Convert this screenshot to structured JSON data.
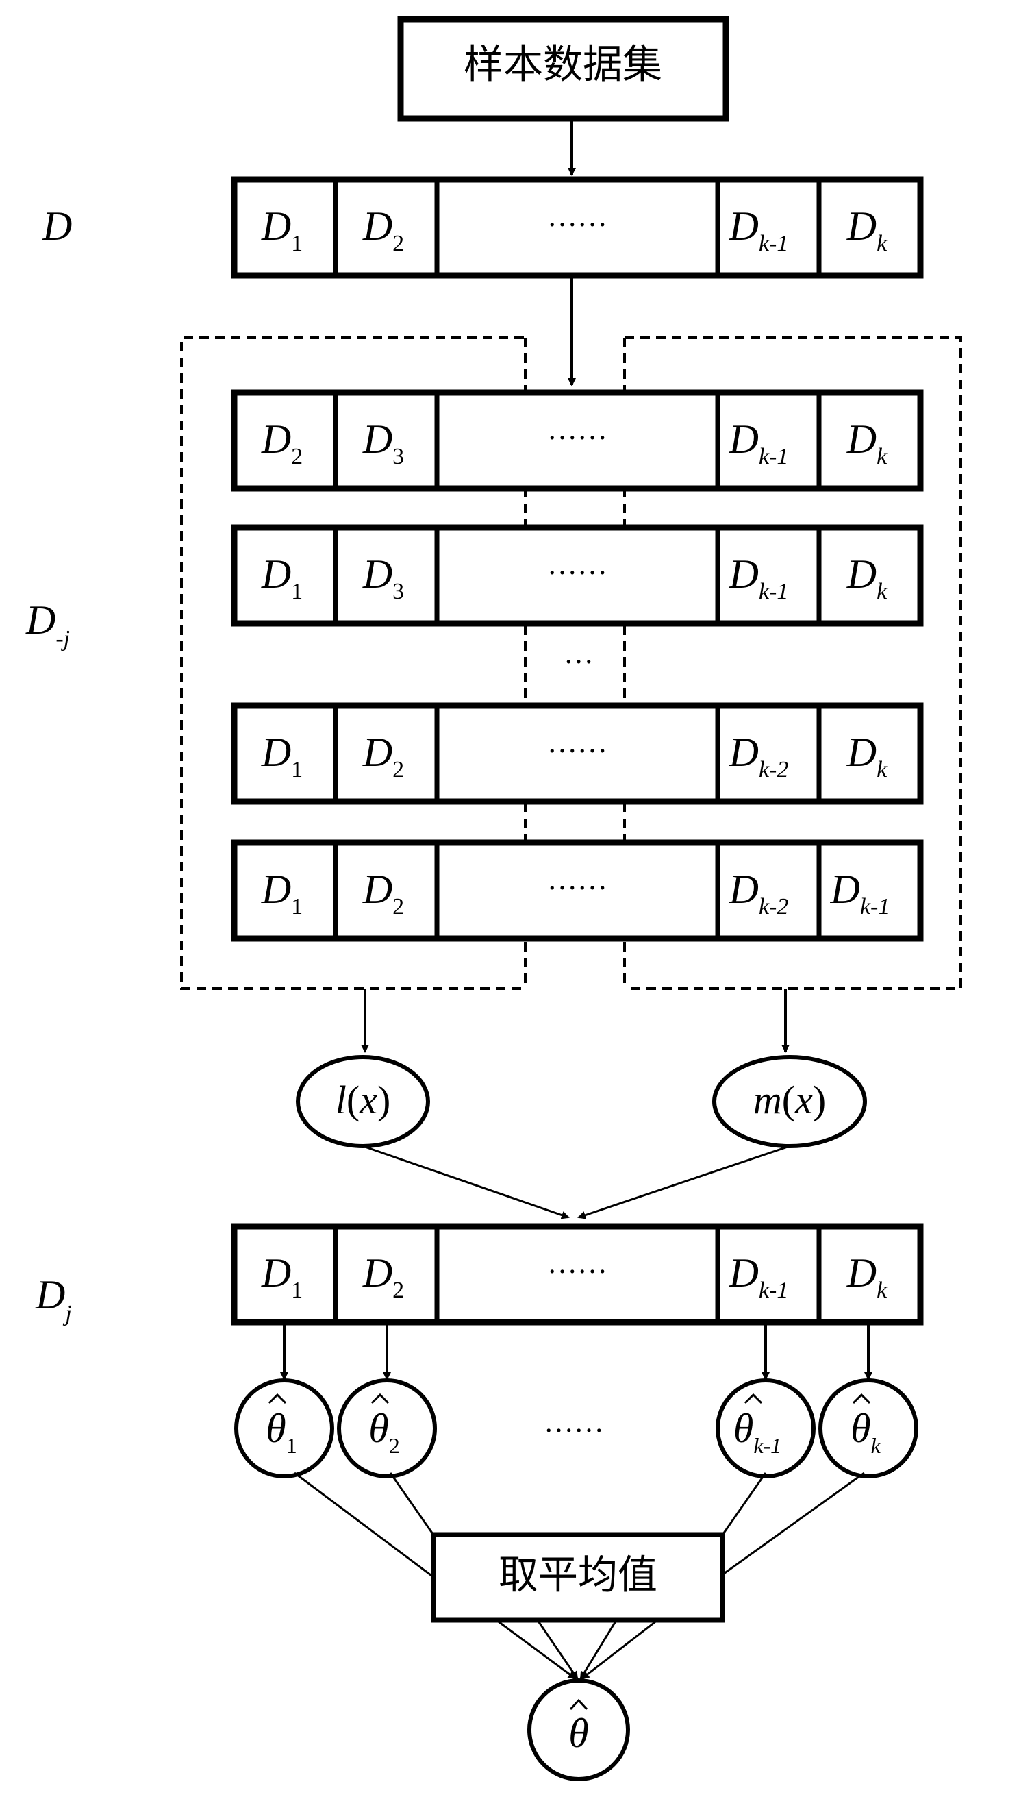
{
  "top_box": "样本数据集",
  "row_labels": {
    "full": {
      "main": "D",
      "sub": ""
    },
    "train": {
      "main": "D",
      "sub": "-j"
    },
    "test": {
      "main": "D",
      "sub": "j"
    }
  },
  "ellipsis_long": "……",
  "ellipsis_short": "…",
  "full_row": [
    {
      "main": "D",
      "sub": "1"
    },
    {
      "main": "D",
      "sub": "2"
    },
    {
      "main": "D",
      "sub": "k-1"
    },
    {
      "main": "D",
      "sub": "k"
    }
  ],
  "fold_rows": [
    [
      {
        "main": "D",
        "sub": "2"
      },
      {
        "main": "D",
        "sub": "3"
      },
      {
        "main": "D",
        "sub": "k-1"
      },
      {
        "main": "D",
        "sub": "k"
      }
    ],
    [
      {
        "main": "D",
        "sub": "1"
      },
      {
        "main": "D",
        "sub": "3"
      },
      {
        "main": "D",
        "sub": "k-1"
      },
      {
        "main": "D",
        "sub": "k"
      }
    ],
    [
      {
        "main": "D",
        "sub": "1"
      },
      {
        "main": "D",
        "sub": "2"
      },
      {
        "main": "D",
        "sub": "k-2"
      },
      {
        "main": "D",
        "sub": "k"
      }
    ],
    [
      {
        "main": "D",
        "sub": "1"
      },
      {
        "main": "D",
        "sub": "2"
      },
      {
        "main": "D",
        "sub": "k-2"
      },
      {
        "main": "D",
        "sub": "k-1"
      }
    ]
  ],
  "test_row": [
    {
      "main": "D",
      "sub": "1"
    },
    {
      "main": "D",
      "sub": "2"
    },
    {
      "main": "D",
      "sub": "k-1"
    },
    {
      "main": "D",
      "sub": "k"
    }
  ],
  "models": {
    "left": {
      "fn": "l",
      "arg": "x"
    },
    "right": {
      "fn": "m",
      "arg": "x"
    }
  },
  "estimates": [
    {
      "main": "θ",
      "sub": "1"
    },
    {
      "main": "θ",
      "sub": "2"
    },
    {
      "main": "θ",
      "sub": "k-1"
    },
    {
      "main": "θ",
      "sub": "k"
    }
  ],
  "average_box": "取平均值",
  "final_estimate": {
    "main": "θ",
    "sub": ""
  }
}
